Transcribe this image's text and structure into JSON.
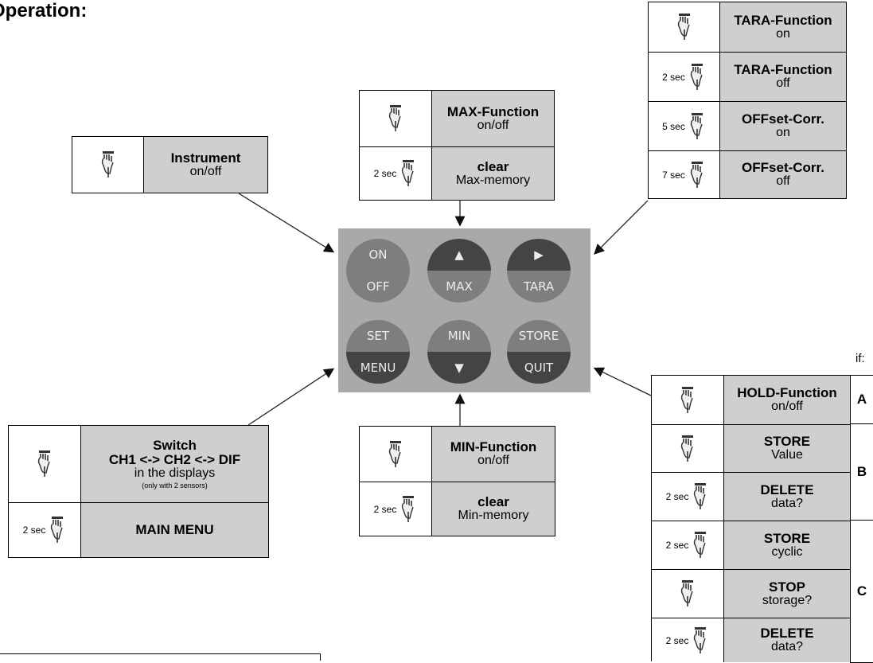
{
  "title": "Operation:",
  "colors": {
    "cell_gray": "#cfcfcf",
    "panel": "#a9a9a9",
    "button_dark": "#444444",
    "button_light": "#7e7e7e"
  },
  "instrument": {
    "line1": "Instrument",
    "line2": "on/off"
  },
  "max": {
    "r1_line1": "MAX-Function",
    "r1_line2": "on/off",
    "r2_sec": "2 sec",
    "r2_line1": "clear",
    "r2_line2": "Max-memory"
  },
  "tara": {
    "r1_line1": "TARA-Function",
    "r1_line2": "on",
    "r2_sec": "2 sec",
    "r2_line1": "TARA-Function",
    "r2_line2": "off",
    "r3_sec": "5 sec",
    "r3_line1": "OFFset-Corr.",
    "r3_line2": "on",
    "r4_sec": "7 sec",
    "r4_line1": "OFFset-Corr.",
    "r4_line2": "off"
  },
  "switch": {
    "line1": "Switch",
    "line2": "CH1 <-> CH2 <-> DIF",
    "line3": "in the displays",
    "line4": "(only with 2 sensors)",
    "r2_sec": "2 sec",
    "r2_line1": "MAIN MENU"
  },
  "min": {
    "r1_line1": "MIN-Function",
    "r1_line2": "on/off",
    "r2_sec": "2 sec",
    "r2_line1": "clear",
    "r2_line2": "Min-memory"
  },
  "store": {
    "if_label": "if:",
    "r1_line1": "HOLD-Function",
    "r1_line2": "on/off",
    "r2_line1": "STORE",
    "r2_line2": "Value",
    "r3_sec": "2 sec",
    "r3_line1": "DELETE",
    "r3_line2": "data?",
    "r4_sec": "2 sec",
    "r4_line1": "STORE",
    "r4_line2": "cyclic",
    "r5_line1": "STOP",
    "r5_line2": "storage?",
    "r6_sec": "2 sec",
    "r6_line1": "DELETE",
    "r6_line2": "data?",
    "side_a": "A",
    "side_b": "B",
    "side_c": "C"
  },
  "panel": {
    "on": "ON",
    "off": "OFF",
    "max_symbol": "▲",
    "max": "MAX",
    "tara_symbol": "▶",
    "tara": "TARA",
    "set": "SET",
    "menu": "MENU",
    "min": "MIN",
    "min_symbol": "▼",
    "store": "STORE",
    "quit": "QUIT"
  },
  "icons": {
    "press": "pointing-hand-icon"
  }
}
